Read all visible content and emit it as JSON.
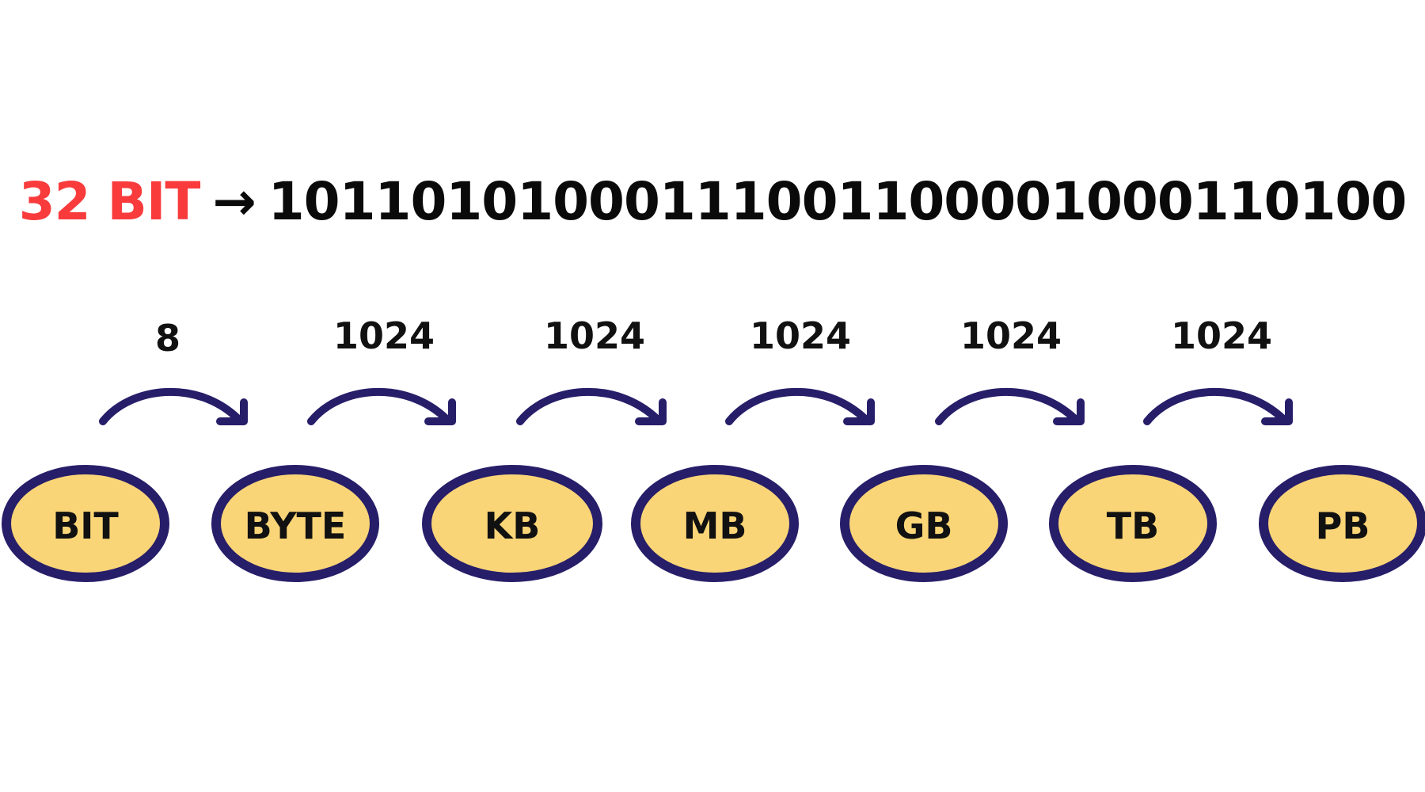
{
  "headline": {
    "lead": "32 BIT",
    "arrow": "→",
    "bits": "10110101000111001100001000110100"
  },
  "units": [
    {
      "label": "BIT"
    },
    {
      "label": "BYTE"
    },
    {
      "label": "KB"
    },
    {
      "label": "MB"
    },
    {
      "label": "GB"
    },
    {
      "label": "TB"
    },
    {
      "label": "PB"
    }
  ],
  "factors": [
    "8",
    "1024",
    "1024",
    "1024",
    "1024",
    "1024"
  ],
  "colors": {
    "lead": "#f93b3c",
    "bubble_fill": "#fad577",
    "outline": "#271e69",
    "text": "#111111"
  }
}
